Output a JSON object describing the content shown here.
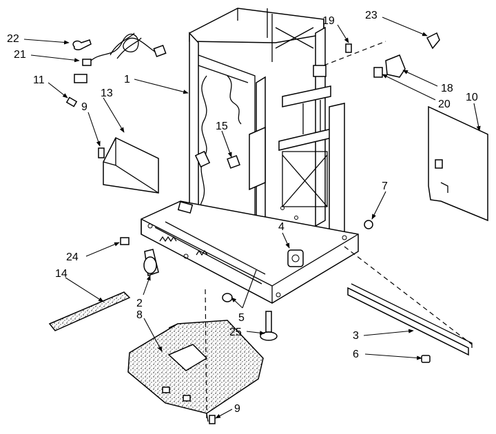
{
  "callouts": [
    {
      "id": "c22",
      "text": "22"
    },
    {
      "id": "c21",
      "text": "21"
    },
    {
      "id": "c11",
      "text": "11"
    },
    {
      "id": "c9a",
      "text": "9"
    },
    {
      "id": "c13",
      "text": "13"
    },
    {
      "id": "c1",
      "text": "1"
    },
    {
      "id": "c15",
      "text": "15"
    },
    {
      "id": "c19",
      "text": "19"
    },
    {
      "id": "c23",
      "text": "23"
    },
    {
      "id": "c18",
      "text": "18"
    },
    {
      "id": "c20",
      "text": "20"
    },
    {
      "id": "c10",
      "text": "10"
    },
    {
      "id": "c7",
      "text": "7"
    },
    {
      "id": "c4",
      "text": "4"
    },
    {
      "id": "c24",
      "text": "24"
    },
    {
      "id": "c14",
      "text": "14"
    },
    {
      "id": "c2",
      "text": "2"
    },
    {
      "id": "c8",
      "text": "8"
    },
    {
      "id": "c5",
      "text": "5"
    },
    {
      "id": "c25",
      "text": "25"
    },
    {
      "id": "c3",
      "text": "3"
    },
    {
      "id": "c6",
      "text": "6"
    },
    {
      "id": "c9b",
      "text": "9"
    }
  ]
}
